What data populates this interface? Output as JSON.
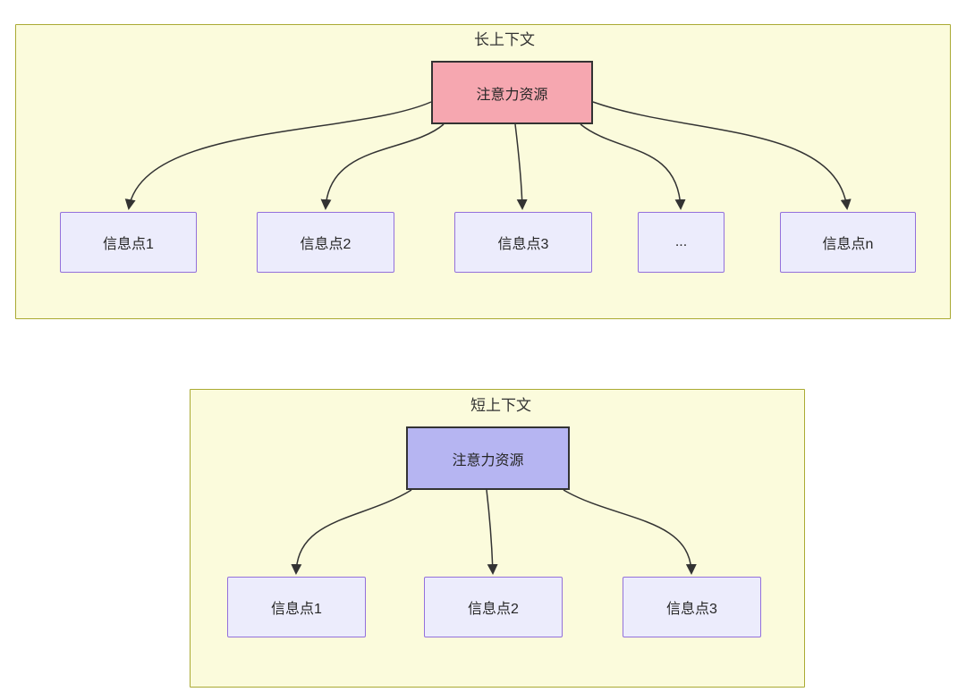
{
  "panels": [
    {
      "title": "长上下文",
      "root_label": "注意力资源",
      "children": [
        {
          "label": "信息点1"
        },
        {
          "label": "信息点2"
        },
        {
          "label": "信息点3"
        },
        {
          "label": "..."
        },
        {
          "label": "信息点n"
        }
      ]
    },
    {
      "title": "短上下文",
      "root_label": "注意力资源",
      "children": [
        {
          "label": "信息点1"
        },
        {
          "label": "信息点2"
        },
        {
          "label": "信息点3"
        }
      ]
    }
  ],
  "colors": {
    "panel_fill": "#fbfbdc",
    "panel_border": "#aaaa33",
    "long_root_fill": "#f6a7b0",
    "short_root_fill": "#b6b5f2",
    "child_fill": "#ececfc",
    "child_border": "#9370db",
    "root_border": "#333333",
    "edge": "#333333"
  }
}
